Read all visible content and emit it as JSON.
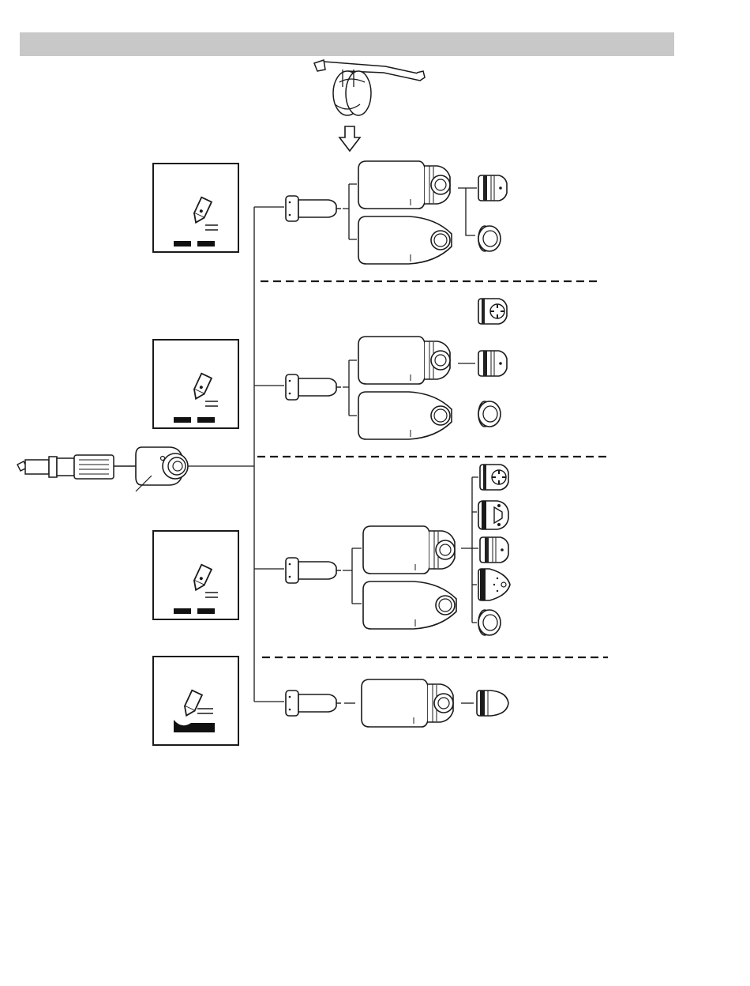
{
  "colors": {
    "header_bar": "#c8c8c8",
    "line": "#1a1a1a",
    "fill": "#ffffff",
    "plate": "#111111"
  },
  "diagram": {
    "top_tool": "consumable-removal-tool",
    "torch": "plasma-torch-head",
    "mode_icons": [
      {
        "name": "cutting-mode-icon"
      },
      {
        "name": "cutting-mode-icon"
      },
      {
        "name": "cutting-mode-icon"
      },
      {
        "name": "gouging-mode-icon"
      }
    ],
    "groups": [
      {
        "name": "consumable-group-1",
        "parts": [
          "electrode",
          "retaining-cap",
          "shield-cap",
          "nozzle",
          "deflector"
        ]
      },
      {
        "name": "consumable-group-2",
        "parts": [
          "electrode",
          "retaining-cap",
          "shield-cap",
          "swirl-ring",
          "nozzle",
          "deflector"
        ]
      },
      {
        "name": "consumable-group-3",
        "parts": [
          "electrode",
          "retaining-cap",
          "shield-cap",
          "swirl-ring",
          "drag-shield",
          "nozzle",
          "ohmic-shield",
          "deflector"
        ]
      },
      {
        "name": "consumable-group-4",
        "parts": [
          "electrode",
          "retaining-cap",
          "gouging-nozzle"
        ]
      }
    ]
  }
}
